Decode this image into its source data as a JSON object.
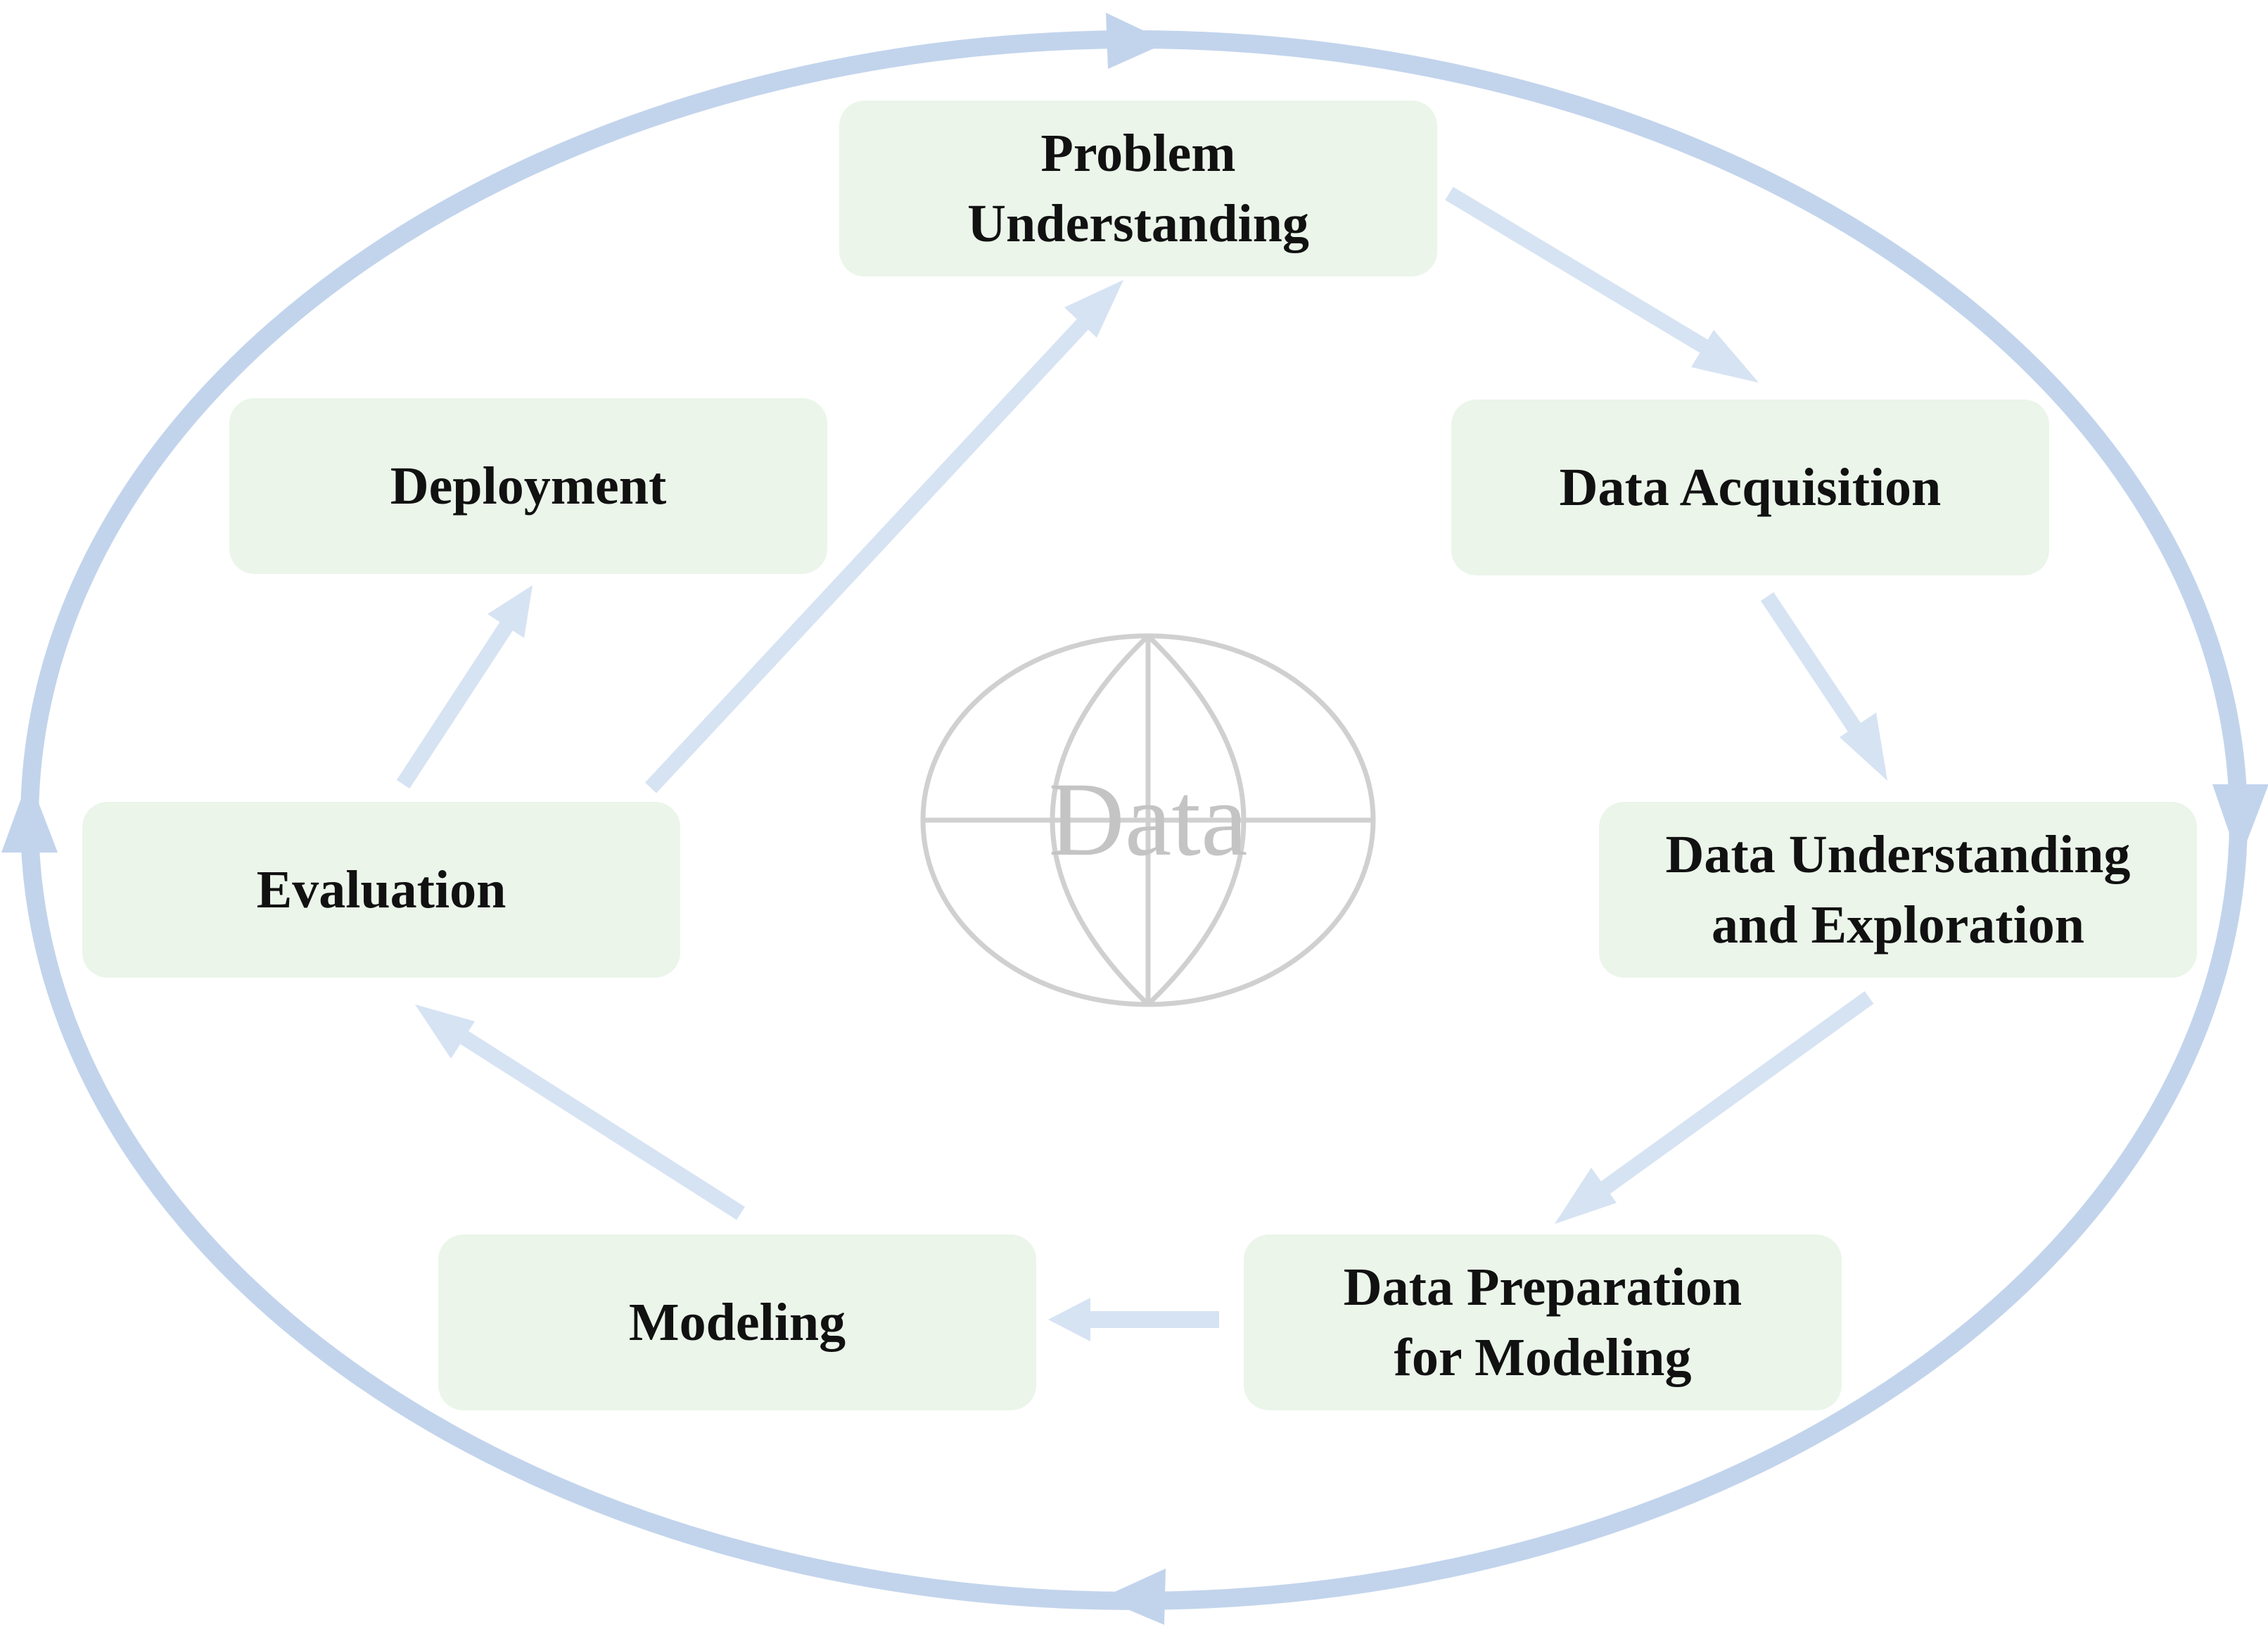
{
  "center": {
    "label": "Data"
  },
  "stages": [
    {
      "id": "problem-understanding",
      "lines": [
        "Problem",
        "Understanding"
      ]
    },
    {
      "id": "data-acquisition",
      "lines": [
        "Data Acquisition"
      ]
    },
    {
      "id": "data-understanding-exploration",
      "lines": [
        "Data Understanding",
        "and Exploration"
      ]
    },
    {
      "id": "data-preparation",
      "lines": [
        "Data Preparation",
        "for Modeling"
      ]
    },
    {
      "id": "modeling",
      "lines": [
        "Modeling"
      ]
    },
    {
      "id": "evaluation",
      "lines": [
        "Evaluation"
      ]
    },
    {
      "id": "deployment",
      "lines": [
        "Deployment"
      ]
    }
  ],
  "colors": {
    "box_fill": "#ebf5ea",
    "outer_cycle": "#c2d4ec",
    "step_arrow": "#d6e3f3",
    "watermark": "#d0d0d0",
    "text": "#111111"
  }
}
